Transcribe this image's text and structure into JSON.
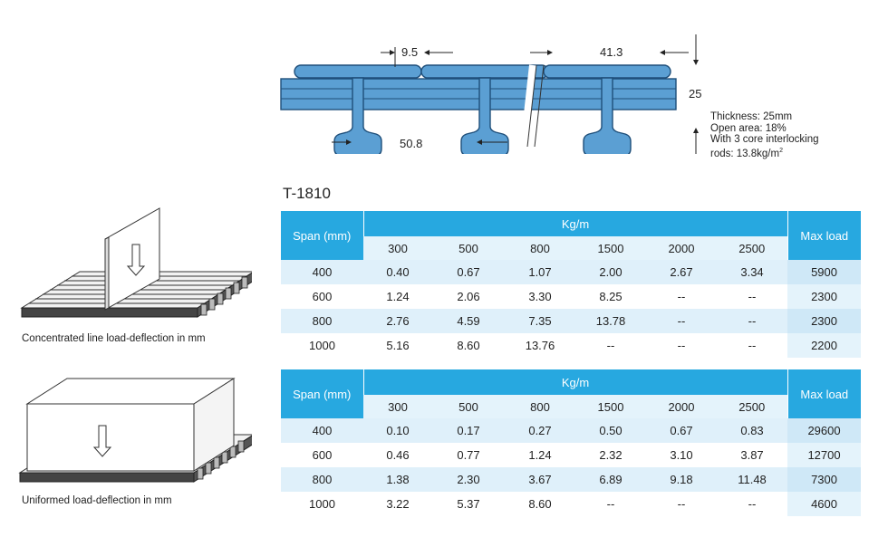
{
  "profile": {
    "dim_rib": "9.5",
    "dim_pitch_top": "41.3",
    "dim_thickness": "25",
    "dim_pitch_bottom": "50.8",
    "spec_lines": [
      "Thickness: 25mm",
      "Open area: 18%",
      "With 3 core interlocking",
      "rods: 13.8kg/m"
    ],
    "spec_sup": "2"
  },
  "product_title": "T-1810",
  "captions": {
    "line_load": "Concentrated line load-deflection in mm",
    "uniform_load": "Uniformed load-deflection in mm"
  },
  "colors": {
    "header": "#27a8e0",
    "row_alt": "#dff0fa",
    "profile_fill": "#5b9fd3"
  },
  "tables": [
    {
      "span_header": "Span (mm)",
      "kg_header": "Kg/m",
      "max_header": "Max load",
      "kg_columns": [
        "300",
        "500",
        "800",
        "1500",
        "2000",
        "2500"
      ],
      "rows": [
        {
          "span": "400",
          "values": [
            "0.40",
            "0.67",
            "1.07",
            "2.00",
            "2.67",
            "3.34"
          ],
          "max": "5900"
        },
        {
          "span": "600",
          "values": [
            "1.24",
            "2.06",
            "3.30",
            "8.25",
            "--",
            "--"
          ],
          "max": "2300"
        },
        {
          "span": "800",
          "values": [
            "2.76",
            "4.59",
            "7.35",
            "13.78",
            "--",
            "--"
          ],
          "max": "2300"
        },
        {
          "span": "1000",
          "values": [
            "5.16",
            "8.60",
            "13.76",
            "--",
            "--",
            "--"
          ],
          "max": "2200"
        }
      ]
    },
    {
      "span_header": "Span (mm)",
      "kg_header": "Kg/m",
      "max_header": "Max load",
      "kg_columns": [
        "300",
        "500",
        "800",
        "1500",
        "2000",
        "2500"
      ],
      "rows": [
        {
          "span": "400",
          "values": [
            "0.10",
            "0.17",
            "0.27",
            "0.50",
            "0.67",
            "0.83"
          ],
          "max": "29600"
        },
        {
          "span": "600",
          "values": [
            "0.46",
            "0.77",
            "1.24",
            "2.32",
            "3.10",
            "3.87"
          ],
          "max": "12700"
        },
        {
          "span": "800",
          "values": [
            "1.38",
            "2.30",
            "3.67",
            "6.89",
            "9.18",
            "11.48"
          ],
          "max": "7300"
        },
        {
          "span": "1000",
          "values": [
            "3.22",
            "5.37",
            "8.60",
            "--",
            "--",
            "--"
          ],
          "max": "4600"
        }
      ]
    }
  ]
}
